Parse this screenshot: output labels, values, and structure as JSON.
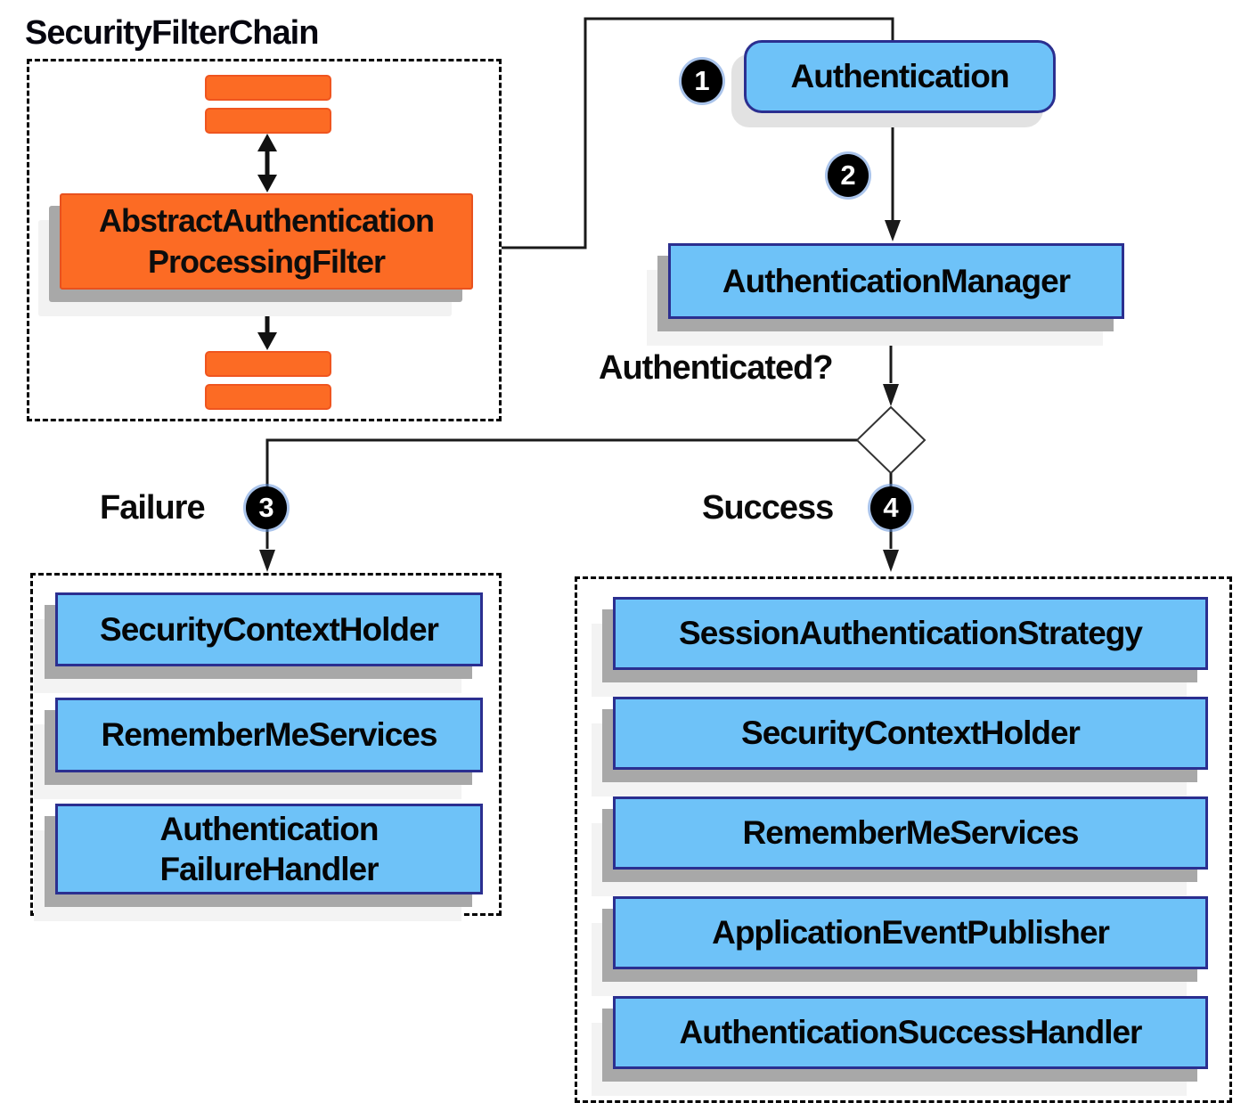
{
  "colors": {
    "orange": "#fc6b24",
    "orange_border": "#e8511e",
    "node_blue": "#6ec2f8",
    "node_border": "#2b2f90",
    "shadow_grey": "#a8a8a8",
    "shadow_light": "#f2f2f2",
    "line_black": "#1a1a1a"
  },
  "security_filter_chain": {
    "title": "SecurityFilterChain",
    "filter_label": "AbstractAuthentication\nProcessingFilter"
  },
  "flow": {
    "authentication_label": "Authentication",
    "authentication_manager_label": "AuthenticationManager",
    "authenticated_question": "Authenticated?",
    "failure_label": "Failure",
    "success_label": "Success",
    "badge_1": "1",
    "badge_2": "2",
    "badge_3": "3",
    "badge_4": "4"
  },
  "failure_list": {
    "items": [
      {
        "label": "SecurityContextHolder"
      },
      {
        "label": "RememberMeServices"
      },
      {
        "label": "Authentication\nFailureHandler"
      }
    ]
  },
  "success_list": {
    "items": [
      {
        "label": "SessionAuthenticationStrategy"
      },
      {
        "label": "SecurityContextHolder"
      },
      {
        "label": "RememberMeServices"
      },
      {
        "label": "ApplicationEventPublisher"
      },
      {
        "label": "AuthenticationSuccessHandler"
      }
    ]
  }
}
